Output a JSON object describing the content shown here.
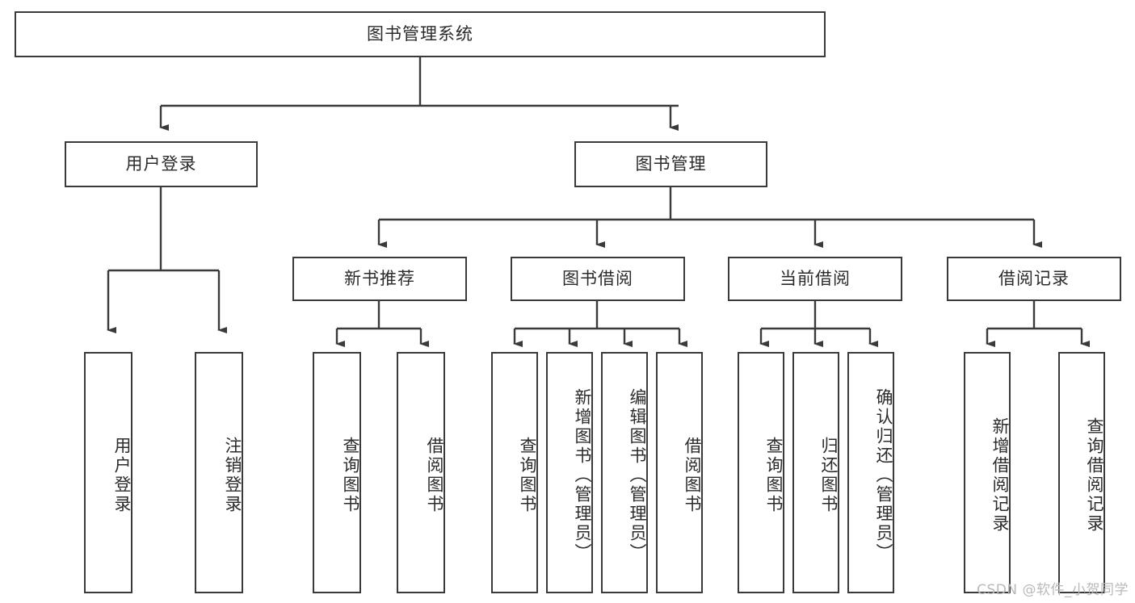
{
  "diagram": {
    "type": "tree",
    "title": "图书管理系统",
    "watermark": "CSDN @软件_小贺同学",
    "colors": {
      "stroke": "#3a3a3a",
      "fill": "#ffffff",
      "text": "#2b2b2b",
      "watermark": "#b9b9b9"
    },
    "root": {
      "label": "图书管理系统"
    },
    "level2": [
      {
        "label": "用户登录"
      },
      {
        "label": "图书管理"
      }
    ],
    "level3": [
      {
        "label": "新书推荐"
      },
      {
        "label": "图书借阅"
      },
      {
        "label": "当前借阅"
      },
      {
        "label": "借阅记录"
      }
    ],
    "leaves_user_login": [
      {
        "label": "用户登录"
      },
      {
        "label": "注销登录"
      }
    ],
    "leaves_new_book": [
      {
        "label": "查询图书"
      },
      {
        "label": "借阅图书"
      }
    ],
    "leaves_borrow": [
      {
        "label": "查询图书"
      },
      {
        "label": "新增图书（管理员）"
      },
      {
        "label": "编辑图书（管理员）"
      },
      {
        "label": "借阅图书"
      }
    ],
    "leaves_current": [
      {
        "label": "查询图书"
      },
      {
        "label": "归还图书"
      },
      {
        "label": "确认归还（管理员）"
      }
    ],
    "leaves_records": [
      {
        "label": "新增借阅记录"
      },
      {
        "label": "查询借阅记录"
      }
    ]
  }
}
